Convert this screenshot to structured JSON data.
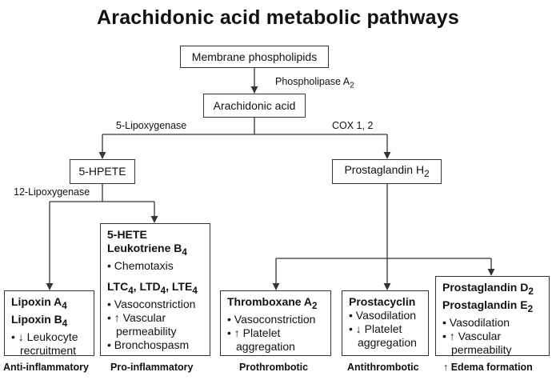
{
  "title": "Arachidonic acid metabolic pathways",
  "nodes": {
    "membrane": "Membrane phospholipids",
    "arachidonic": "Arachidonic acid",
    "hpete": "5-HPETE",
    "pgh2": {
      "text": "Prostaglandin H",
      "sub": "2"
    }
  },
  "enzymes": {
    "phospholipase": {
      "text": "Phospholipase A",
      "sub": "2"
    },
    "lipoxygenase5": "5-Lipoxygenase",
    "cox": "COX 1, 2",
    "lipoxygenase12": "12-Lipoxygenase"
  },
  "boxes": {
    "lipoxin": {
      "line1": {
        "text": "Lipoxin A",
        "sub": "4"
      },
      "line2": {
        "text": "Lipoxin B",
        "sub": "4"
      },
      "bullet1": "• ↓ Leukocyte recruitment"
    },
    "leukotriene": {
      "line1": "5-HETE",
      "line2": {
        "text": "Leukotriene B",
        "sub": "4"
      },
      "bullet1": "• Chemotaxis",
      "ltc": {
        "a": "LTC",
        "sa": "4",
        "b": ", LTD",
        "sb": "4",
        "c": ", LTE",
        "sc": "4"
      },
      "bullet2": "• Vasoconstriction",
      "bullet3": "• ↑ Vascular permeability",
      "bullet4": "• Bronchospasm"
    },
    "thromboxane": {
      "line1": {
        "text": "Thromboxane A",
        "sub": "2"
      },
      "bullet1": "• Vasoconstriction",
      "bullet2": "• ↑ Platelet aggregation"
    },
    "prostacyclin": {
      "line1": "Prostacyclin",
      "bullet1": "• Vasodilation",
      "bullet2": "• ↓ Platelet aggregation"
    },
    "prostaglandins": {
      "line1": {
        "text": "Prostaglandin D",
        "sub": "2"
      },
      "line2": {
        "text": "Prostaglandin E",
        "sub": "2"
      },
      "bullet1": "• Vasodilation",
      "bullet2": "• ↑ Vascular permeability"
    }
  },
  "effects": {
    "anti_inflammatory": "Anti-inflammatory",
    "pro_inflammatory": "Pro-inflammatory",
    "prothrombotic": "Prothrombotic",
    "antithrombotic": "Antithrombotic",
    "edema": "↑  Edema formation"
  },
  "colors": {
    "line": "#333333",
    "text": "#111111",
    "background": "#ffffff"
  }
}
